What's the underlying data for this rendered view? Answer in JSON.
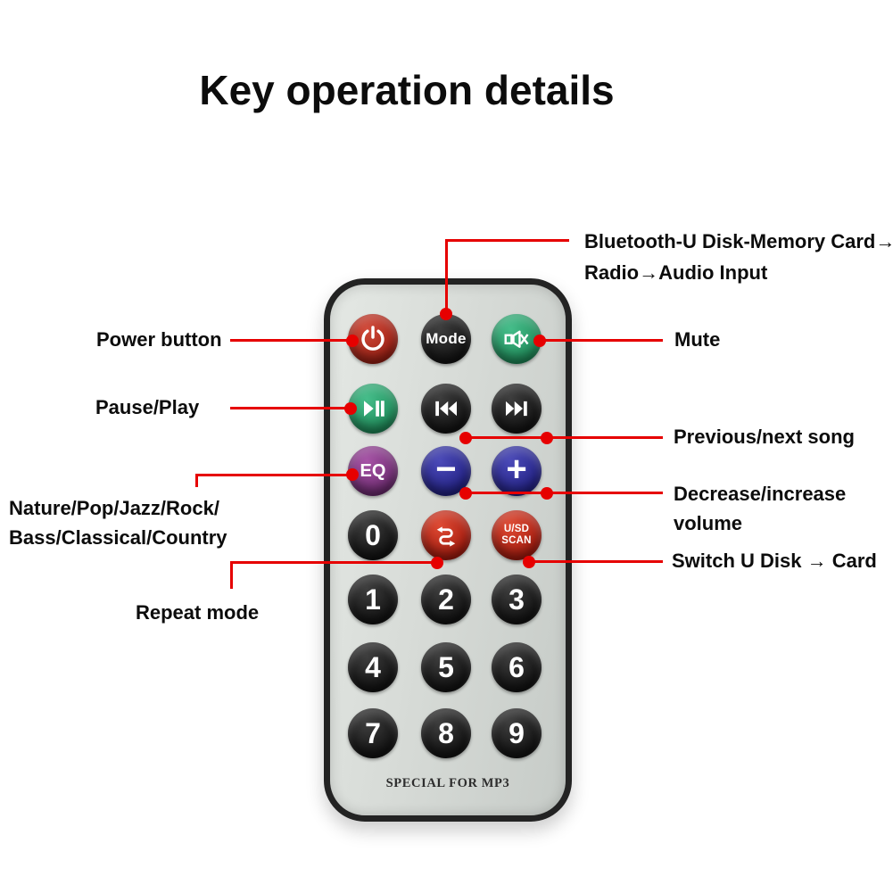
{
  "title": "Key operation details",
  "colors": {
    "annotation_red": "#e60000",
    "remote_body": "#d7dbd7",
    "remote_border": "#232323",
    "button_black": "#1c1c1c",
    "button_power_red": "#b72a1f",
    "button_bright_red": "#c52817",
    "button_green": "#2aa673",
    "button_blue": "#31309a",
    "button_purple": "#8d3a8d"
  },
  "left_annotations": {
    "power": "Power button",
    "pause_play": "Pause/Play",
    "eq_line1": "Nature/Pop/Jazz/Rock/",
    "eq_line2": "Bass/Classical/Country",
    "repeat": "Repeat mode"
  },
  "right_annotations": {
    "mode_line1": "Bluetooth-U Disk-Memory Card→",
    "mode_line2": "Radio→Audio Input",
    "mute": "Mute",
    "prev_next": "Previous/next song",
    "volume_line1": "Decrease/increase",
    "volume_line2": "volume",
    "usd_switch": "Switch U Disk → Card"
  },
  "remote": {
    "mode_label": "Mode",
    "eq_label": "EQ",
    "minus_label": "−",
    "plus_label": "+",
    "usd_line1": "U/SD",
    "usd_line2": "SCAN",
    "digits": [
      "0",
      "1",
      "2",
      "3",
      "4",
      "5",
      "6",
      "7",
      "8",
      "9"
    ],
    "bottom_text": "SPECIAL FOR MP3",
    "icons": {
      "power": "power-icon",
      "mute": "mute-icon",
      "play_pause": "play-pause-icon",
      "previous": "previous-icon",
      "next": "next-icon",
      "repeat": "repeat-icon"
    }
  }
}
